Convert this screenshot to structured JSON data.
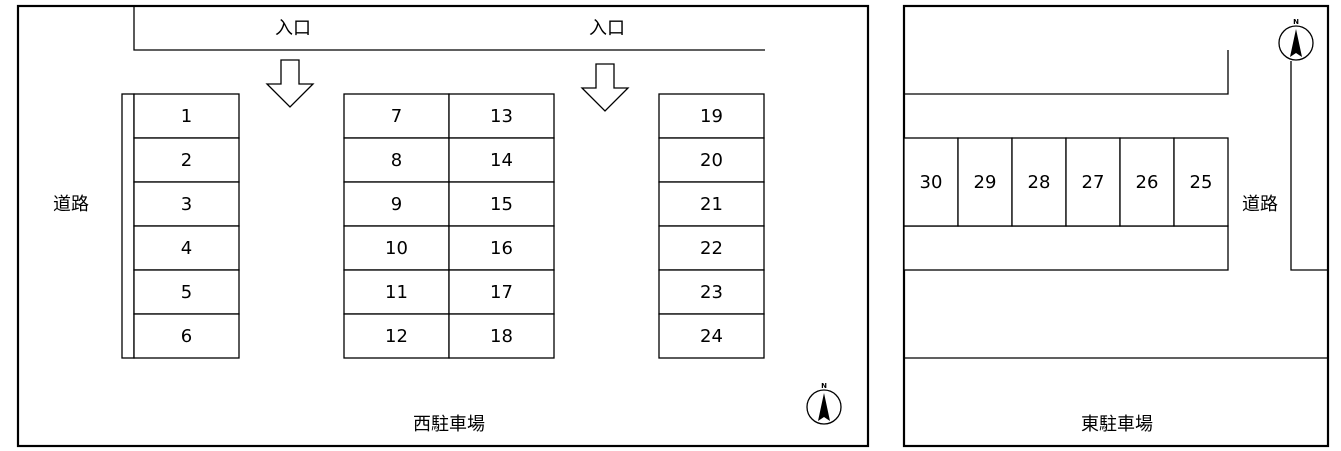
{
  "west": {
    "title": "西駐車場",
    "road_label": "道路",
    "entrances": [
      "入口",
      "入口"
    ],
    "columns": [
      [
        "1",
        "2",
        "3",
        "4",
        "5",
        "6"
      ],
      [
        "7",
        "8",
        "9",
        "10",
        "11",
        "12"
      ],
      [
        "13",
        "14",
        "15",
        "16",
        "17",
        "18"
      ],
      [
        "19",
        "20",
        "21",
        "22",
        "23",
        "24"
      ]
    ],
    "compass_label": "N"
  },
  "east": {
    "title": "東駐車場",
    "road_label": "道路",
    "spaces": [
      "30",
      "29",
      "28",
      "27",
      "26",
      "25"
    ],
    "compass_label": "N"
  }
}
